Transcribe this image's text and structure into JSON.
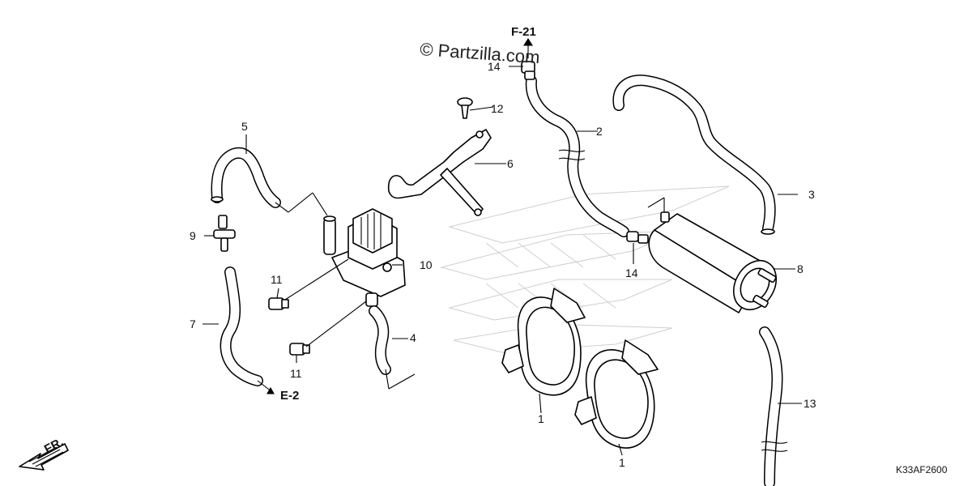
{
  "watermark": "© Partzilla.com",
  "diagram_code": "K33AF2600",
  "references": {
    "top": "F-21",
    "bottom": "E-2",
    "front": "FR."
  },
  "callouts": {
    "c1a": "1",
    "c1b": "1",
    "c2": "2",
    "c3": "3",
    "c4": "4",
    "c5": "5",
    "c6": "6",
    "c7": "7",
    "c8": "8",
    "c9": "9",
    "c10": "10",
    "c11a": "11",
    "c11b": "11",
    "c12": "12",
    "c13": "13",
    "c14a": "14",
    "c14b": "14"
  }
}
